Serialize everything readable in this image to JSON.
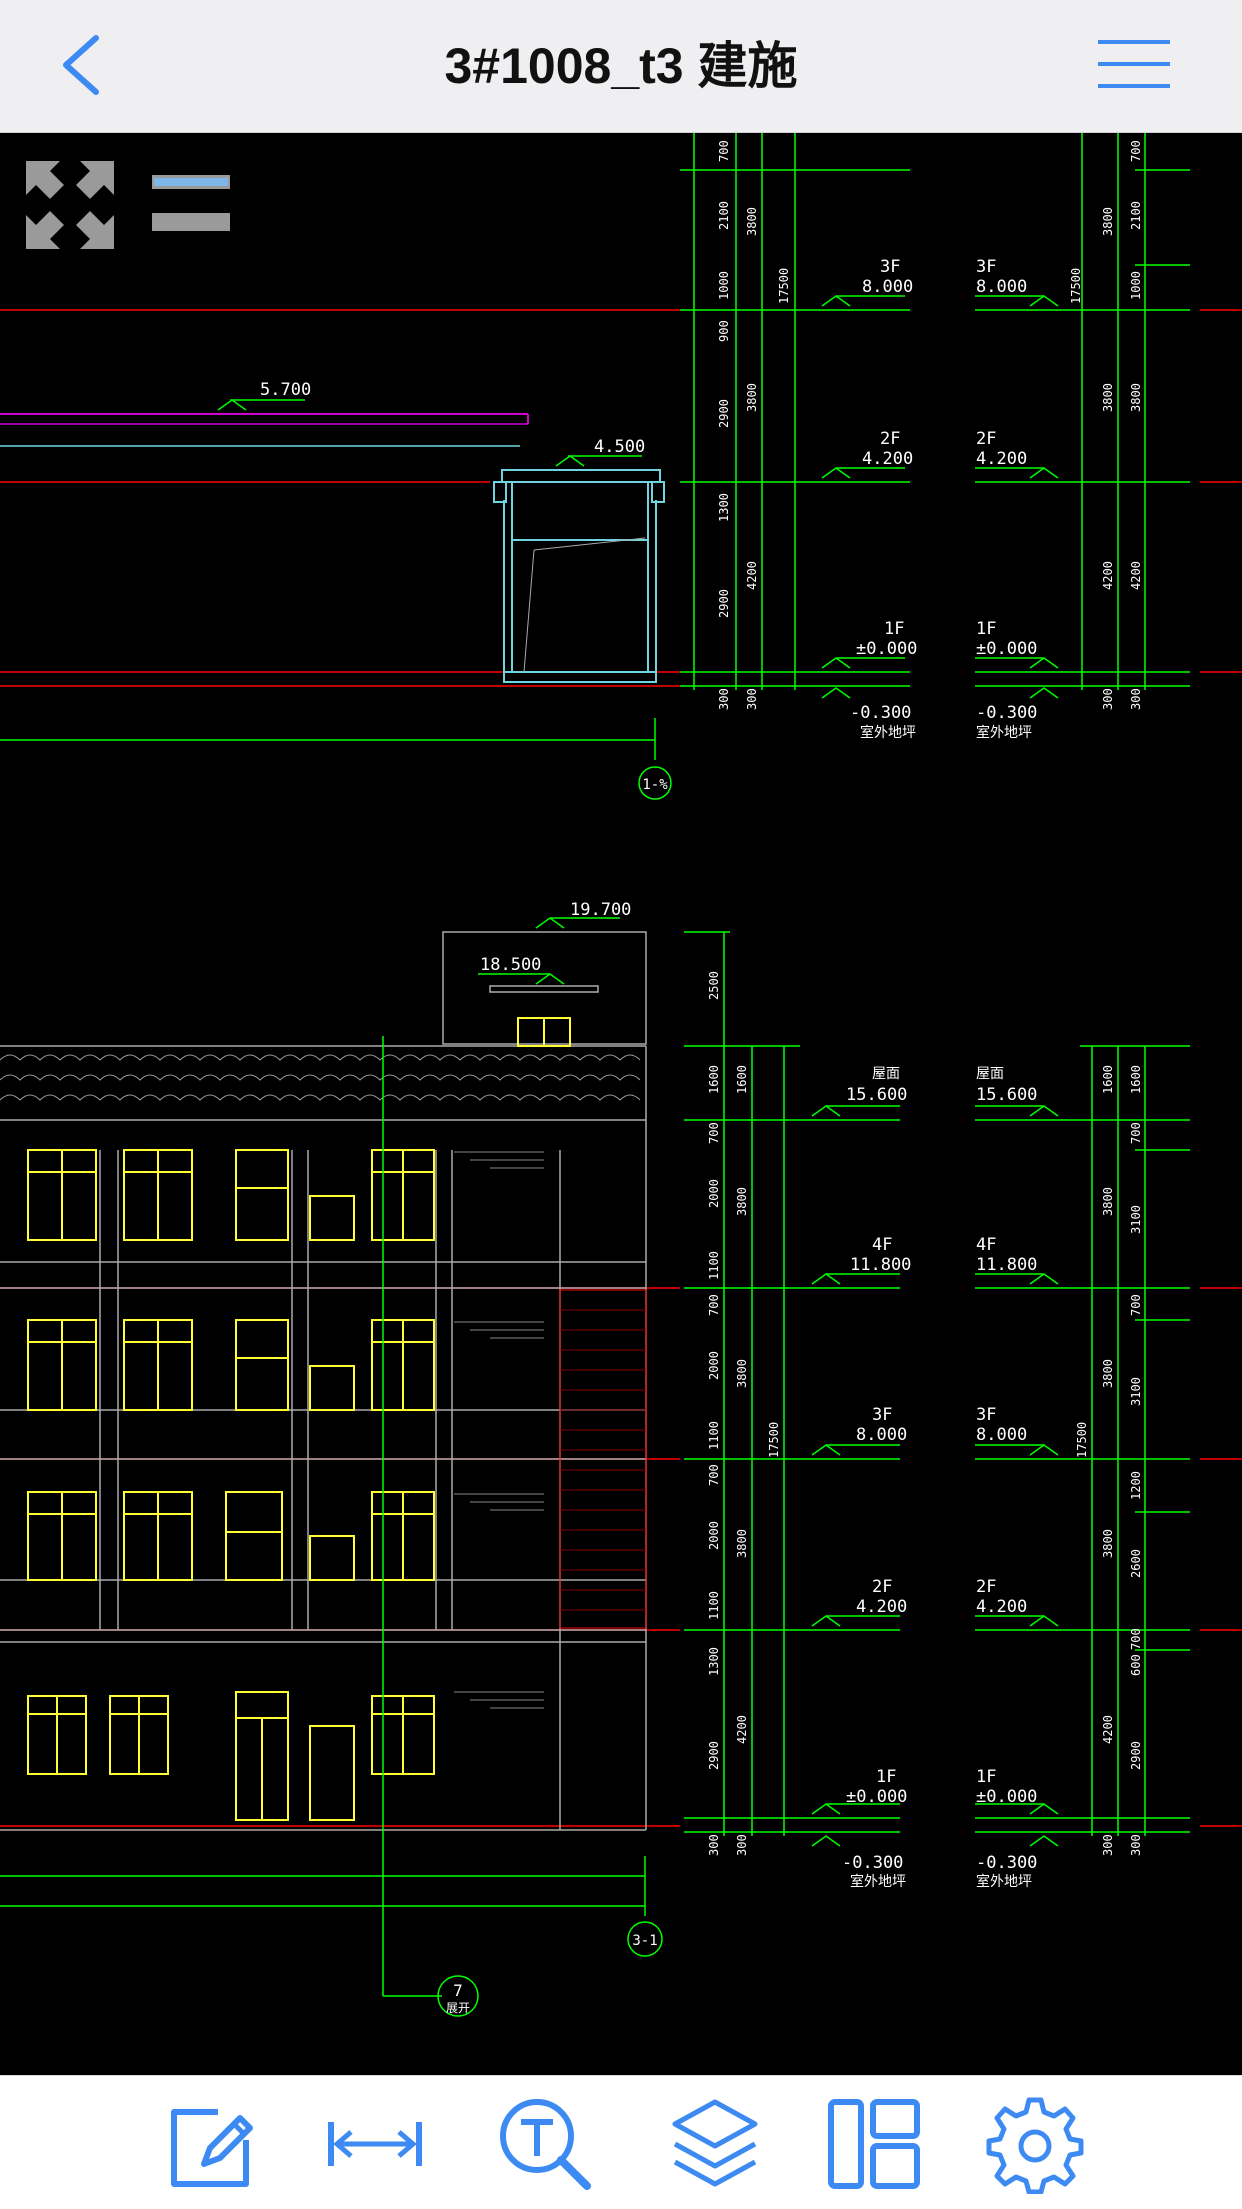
{
  "header": {
    "title": "3#1008_t3 建施"
  },
  "icons": {
    "back": "chevron-left-icon",
    "menu": "hamburger-menu-icon",
    "fullscreen": "expand-arrows-icon",
    "layer_toggle": "layer-lines-icon",
    "toolbar": [
      "edit-pencil-icon",
      "measure-distance-icon",
      "text-search-icon",
      "layers-icon",
      "layout-panel-icon",
      "settings-gear-icon"
    ]
  },
  "colors": {
    "accent": "#3D8BF2",
    "cad_green": "#00FF00",
    "cad_red": "#FF0000",
    "cad_yellow": "#FFFF33",
    "cad_cyan": "#6FD3E0",
    "cad_magenta": "#D000D0"
  },
  "drawing": {
    "upper": {
      "roof_level": "5.700",
      "canopy_level": "4.500",
      "axis_label": "1-%",
      "dims_left": [
        "700",
        "2100",
        "1000",
        "900",
        "2900",
        "1300",
        "2900",
        "300"
      ],
      "dims_left2": [
        "3800",
        "3800",
        "4200",
        "300"
      ],
      "total_left": "17500",
      "dims_right": [
        "700",
        "2100",
        "1000",
        "3800",
        "4200",
        "300"
      ],
      "dims_right2": [
        "3800",
        "3800",
        "4200",
        "300"
      ],
      "total_right": "17500",
      "levels_left": [
        {
          "floor": "3F",
          "value": "8.000"
        },
        {
          "floor": "2F",
          "value": "4.200"
        },
        {
          "floor": "1F",
          "value": "±0.000"
        },
        {
          "floor": "",
          "value": "-0.300"
        }
      ],
      "levels_right": [
        {
          "floor": "3F",
          "value": "8.000"
        },
        {
          "floor": "2F",
          "value": "4.200"
        },
        {
          "floor": "1F",
          "value": "±0.000"
        },
        {
          "floor": "",
          "value": "-0.300"
        }
      ],
      "ground_note": "室外地坪"
    },
    "lower": {
      "top_level": "19.700",
      "parapet_level": "18.500",
      "axis_label_right": "3-1",
      "axis_label_center": "7",
      "axis_sub": "展开",
      "dims_left": [
        "2500",
        "1600",
        "700",
        "2000",
        "1100",
        "700",
        "2000",
        "1100",
        "700",
        "2000",
        "1100",
        "1300",
        "2900",
        "300"
      ],
      "dims_left2": [
        "1600",
        "3800",
        "3800",
        "3800",
        "4200",
        "300"
      ],
      "total_left": "17500",
      "dims_right": [
        "1600",
        "700",
        "3100",
        "700",
        "3100",
        "1200",
        "2600",
        "600",
        "700",
        "2900",
        "300"
      ],
      "dims_right2": [
        "1600",
        "3800",
        "3800",
        "3800",
        "4200",
        "300"
      ],
      "total_right": "17500",
      "levels_left": [
        {
          "floor": "屋面",
          "value": "15.600"
        },
        {
          "floor": "4F",
          "value": "11.800"
        },
        {
          "floor": "3F",
          "value": "8.000"
        },
        {
          "floor": "2F",
          "value": "4.200"
        },
        {
          "floor": "1F",
          "value": "±0.000"
        },
        {
          "floor": "",
          "value": "-0.300"
        }
      ],
      "levels_right": [
        {
          "floor": "屋面",
          "value": "15.600"
        },
        {
          "floor": "4F",
          "value": "11.800"
        },
        {
          "floor": "3F",
          "value": "8.000"
        },
        {
          "floor": "2F",
          "value": "4.200"
        },
        {
          "floor": "1F",
          "value": "±0.000"
        },
        {
          "floor": "",
          "value": "-0.300"
        }
      ],
      "ground_note": "室外地坪"
    }
  }
}
